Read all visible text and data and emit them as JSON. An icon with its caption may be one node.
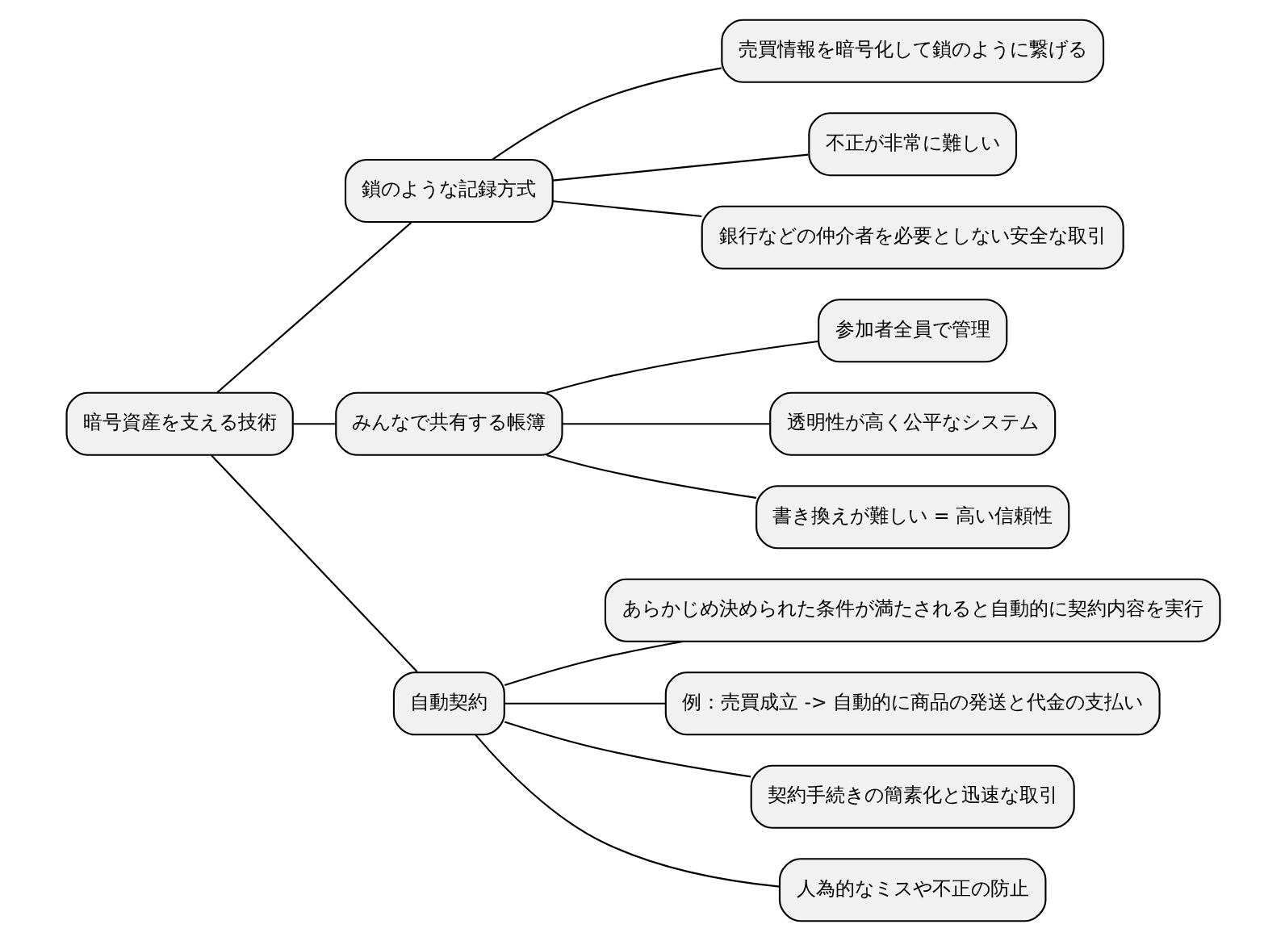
{
  "diagram": {
    "nodes": [
      {
        "text": [
          "暗号資産を支える技術"
        ]
      },
      {
        "text": [
          "鎖のような記録方式"
        ]
      },
      {
        "text": [
          "売買情報を暗号化して鎖のように繋げる"
        ]
      },
      {
        "text": [
          "不正が非常に難しい"
        ]
      },
      {
        "text": [
          "銀行などの仲介者を必要としない安全な取引"
        ]
      },
      {
        "text": [
          "みんなで共有する帳簿"
        ]
      },
      {
        "text": [
          "参加者全員で管理"
        ]
      },
      {
        "text": [
          "透明性が高く公平なシステム"
        ]
      },
      {
        "text": [
          "書き換えが難しい = 高い信頼性"
        ]
      },
      {
        "text": [
          "自動契約"
        ]
      },
      {
        "text": [
          "あらかじめ決められた条件が満たされると自動的に契約内容を実行"
        ]
      },
      {
        "text": [
          "例：売買成立 -> 自動的に商品の発送と代金の支払い"
        ]
      },
      {
        "text": [
          "契約手続きの簡素化と迅速な取引"
        ]
      },
      {
        "text": [
          "人為的なミスや不正の防止"
        ]
      }
    ],
    "edges": [
      {
        "from": 0,
        "to": 1,
        "arrow": "none"
      },
      {
        "from": 1,
        "to": 2,
        "arrow": "none"
      },
      {
        "from": 1,
        "to": 3,
        "arrow": "none"
      },
      {
        "from": 1,
        "to": 4,
        "arrow": "none"
      },
      {
        "from": 0,
        "to": 5,
        "arrow": "none"
      },
      {
        "from": 5,
        "to": 6,
        "arrow": "none"
      },
      {
        "from": 5,
        "to": 7,
        "arrow": "none"
      },
      {
        "from": 5,
        "to": 8,
        "arrow": "none"
      },
      {
        "from": 0,
        "to": 9,
        "arrow": "none"
      },
      {
        "from": 9,
        "to": 10,
        "arrow": "none"
      },
      {
        "from": 9,
        "to": 11,
        "arrow": "none"
      },
      {
        "from": 9,
        "to": 12,
        "arrow": "none"
      },
      {
        "from": 9,
        "to": 13,
        "arrow": "none"
      }
    ]
  }
}
